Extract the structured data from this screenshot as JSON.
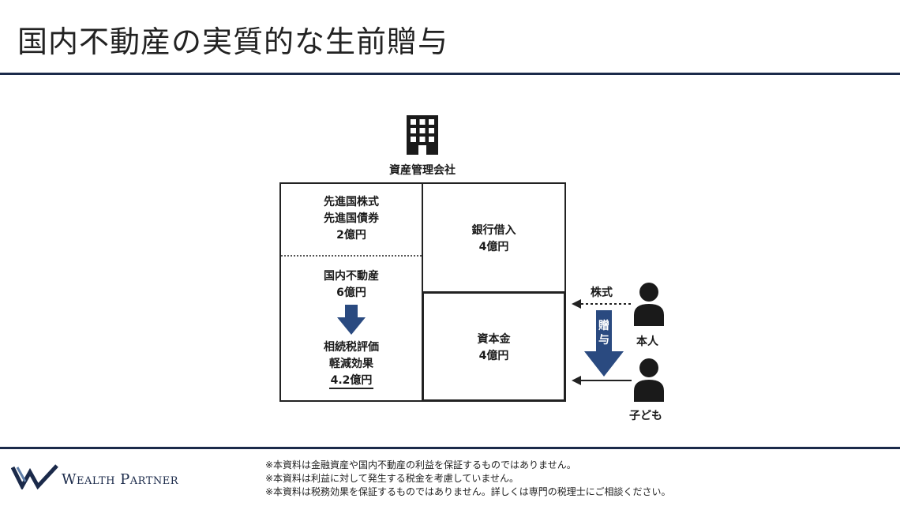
{
  "title": "国内不動産の実質的な生前贈与",
  "company": {
    "label": "資産管理会社",
    "icon": "building-icon"
  },
  "balance_sheet": {
    "assets_top": [
      "先進国株式",
      "先進国債券",
      "2億円"
    ],
    "assets_bottom": [
      "国内不動産",
      "6億円"
    ],
    "effect": [
      "相続税評価",
      "軽減効果"
    ],
    "effect_value": "4.2億円",
    "liability": [
      "銀行借入",
      "4億円"
    ],
    "equity": [
      "資本金",
      "4億円"
    ]
  },
  "transfer": {
    "stock_label": "株式",
    "gift_label": [
      "贈",
      "与"
    ],
    "person_self": "本人",
    "person_child": "子ども"
  },
  "footer": {
    "logo": "Wealth Partner",
    "notes": [
      "※本資料は金融資産や国内不動産の利益を保証するものではありません。",
      "※本資料は利益に対して発生する税金を考慮していません。",
      "※本資料は税務効果を保証するものではありません。詳しくは専門の税理士にご相談ください。"
    ]
  },
  "colors": {
    "navy": "#1b2a4a",
    "arrow_blue": "#2a4a80",
    "text": "#1a1a1a"
  }
}
